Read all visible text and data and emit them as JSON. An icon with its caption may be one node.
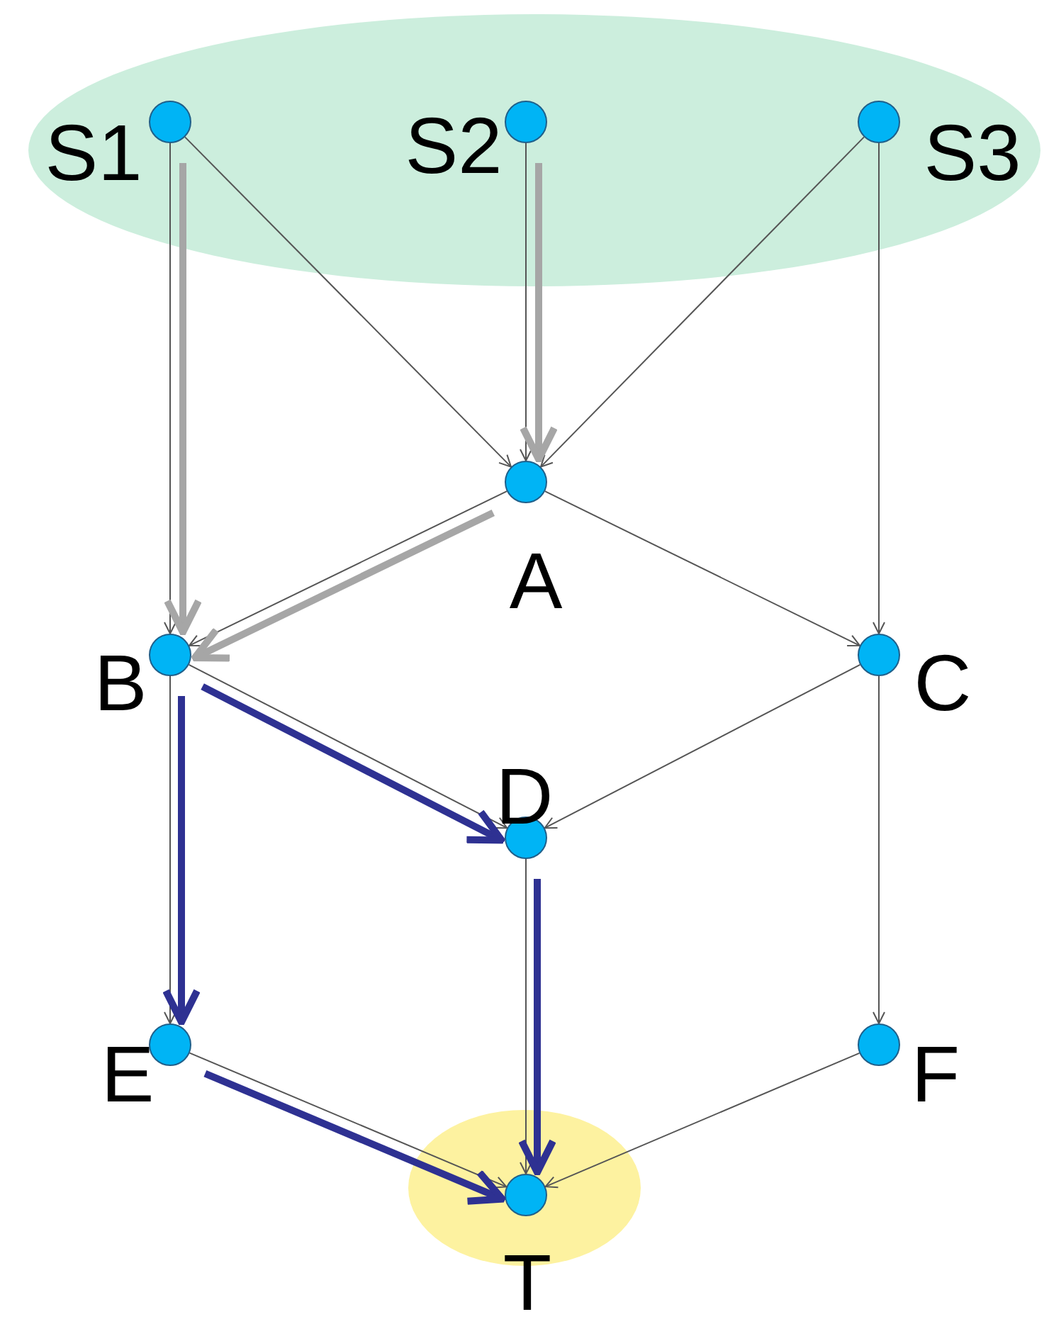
{
  "diagram": {
    "nodes": [
      {
        "text": [],
        "shape": "ellipse"
      },
      {
        "text": [],
        "shape": "circle",
        "beside": [
          "S1"
        ],
        "in": 0
      },
      {
        "text": [],
        "shape": "circle",
        "beside": [
          "S2"
        ],
        "in": 0
      },
      {
        "text": [],
        "shape": "circle",
        "beside": [
          "S3"
        ],
        "in": 0
      },
      {
        "text": [],
        "shape": "circle",
        "beside": [
          "A"
        ]
      },
      {
        "text": [],
        "shape": "circle",
        "beside": [
          "B"
        ]
      },
      {
        "text": [],
        "shape": "circle",
        "beside": [
          "C"
        ]
      },
      {
        "text": [],
        "shape": "circle",
        "beside": [
          "D"
        ]
      },
      {
        "text": [],
        "shape": "circle",
        "beside": [
          "E"
        ]
      },
      {
        "text": [],
        "shape": "circle",
        "beside": [
          "F"
        ]
      },
      {
        "text": [],
        "shape": "circle"
      },
      {
        "text": [],
        "shape": "circle",
        "beside": [
          "T"
        ],
        "in": 10
      }
    ],
    "edges": [
      {
        "from": 1,
        "to": 5,
        "arrow": "to"
      },
      {
        "from": 1,
        "to": 4,
        "arrow": "to"
      },
      {
        "from": 2,
        "to": 4,
        "arrow": "to"
      },
      {
        "from": 3,
        "to": 4,
        "arrow": "to"
      },
      {
        "from": 3,
        "to": 6,
        "arrow": "to"
      },
      {
        "from": 4,
        "to": 5,
        "arrow": "to"
      },
      {
        "from": 4,
        "to": 6,
        "arrow": "to"
      },
      {
        "from": 5,
        "to": 7,
        "arrow": "to"
      },
      {
        "from": 6,
        "to": 7,
        "arrow": "to"
      },
      {
        "from": 5,
        "to": 8,
        "arrow": "to"
      },
      {
        "from": 7,
        "to": 11,
        "arrow": "to"
      },
      {
        "from": 8,
        "to": 11,
        "arrow": "to"
      },
      {
        "from": 6,
        "to": 9,
        "arrow": "to"
      },
      {
        "from": 9,
        "to": 11,
        "arrow": "to"
      },
      {
        "from": 1,
        "to": 5,
        "arrow": "to",
        "style": "thick",
        "color": "#a6a6a6"
      },
      {
        "from": 2,
        "to": 4,
        "arrow": "to",
        "style": "thick",
        "color": "#a6a6a6"
      },
      {
        "from": 4,
        "to": 5,
        "arrow": "to",
        "style": "thick",
        "color": "#a6a6a6"
      },
      {
        "from": 5,
        "to": 7,
        "arrow": "to",
        "style": "thick",
        "color": "#2e3192"
      },
      {
        "from": 5,
        "to": 8,
        "arrow": "to",
        "style": "thick",
        "color": "#2e3192"
      },
      {
        "from": 7,
        "to": 11,
        "arrow": "to",
        "style": "thick",
        "color": "#2e3192"
      },
      {
        "from": 8,
        "to": 11,
        "arrow": "to",
        "style": "thick",
        "color": "#2e3192"
      }
    ]
  }
}
